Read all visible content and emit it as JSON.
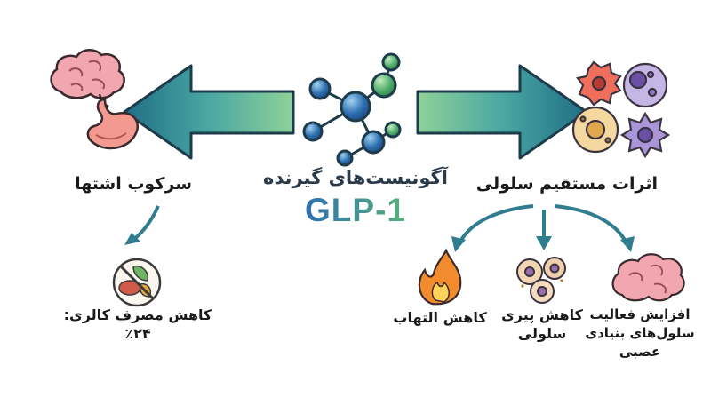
{
  "center": {
    "title": "آگونیست‌های گیرنده",
    "drug": "GLP-1"
  },
  "left": {
    "title": "سرکوب اشتها",
    "result": "کاهش مصرف کالری: ۲۴٪"
  },
  "right": {
    "title": "اثرات مستقیم سلولی",
    "effects": [
      "کاهش التهاب",
      "کاهش پیری سلولی",
      "افزایش فعالیت سلول‌های بنیادی عصبی"
    ]
  },
  "colors": {
    "arrow_teal_dark": "#1f6e86",
    "arrow_teal_light": "#59a9a0",
    "arrow_green": "#7cc38a",
    "molecule_blue": "#2f6fb2",
    "molecule_green": "#4fae6a",
    "brain_pink": "#f2a7b0",
    "stomach_pink": "#f39a90",
    "flame_orange": "#f28a2e",
    "glp_gradient_start": "#2e6fb0",
    "glp_gradient_end": "#58b27a"
  },
  "icons": [
    "molecule-icon",
    "brain-icon",
    "stomach-icon",
    "cells-icon",
    "no-food-icon",
    "flame-icon",
    "senescent-cells-icon",
    "brain-neuron-icon"
  ]
}
